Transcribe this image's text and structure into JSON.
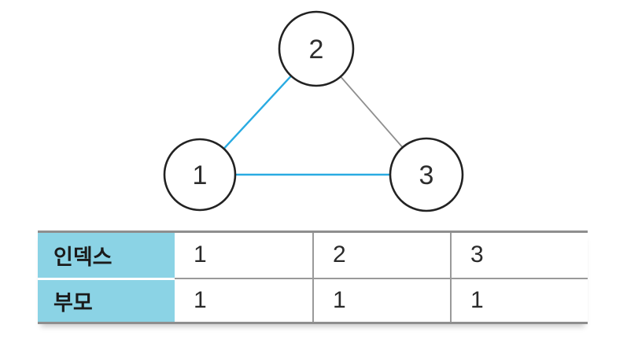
{
  "graph": {
    "nodes": [
      {
        "label": "1"
      },
      {
        "label": "2"
      },
      {
        "label": "3"
      }
    ],
    "edges": [
      {
        "from": "1",
        "to": "2",
        "color": "#29abe2"
      },
      {
        "from": "2",
        "to": "3",
        "color": "#8f8f8f"
      },
      {
        "from": "1",
        "to": "3",
        "color": "#29abe2"
      }
    ],
    "node_border_color": "#222222",
    "highlight_edge_color": "#29abe2",
    "normal_edge_color": "#8f8f8f"
  },
  "table": {
    "header_bg": "#8bd3e5",
    "border_color": "#8e8e8e",
    "rows": [
      {
        "header": "인덱스",
        "values": [
          "1",
          "2",
          "3"
        ]
      },
      {
        "header": "부모",
        "values": [
          "1",
          "1",
          "1"
        ]
      }
    ]
  }
}
